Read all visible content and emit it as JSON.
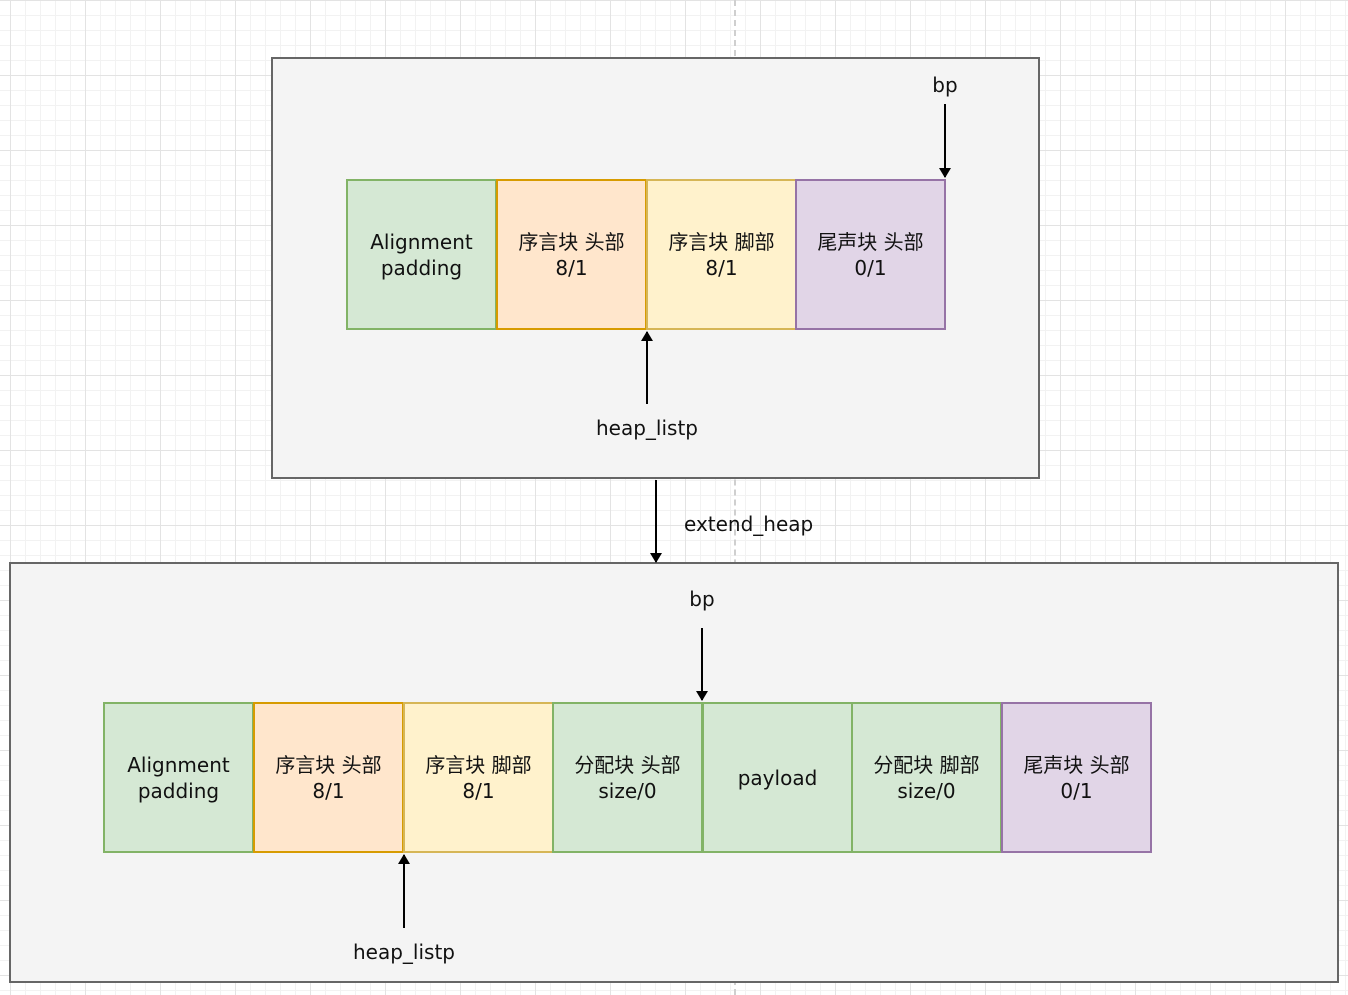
{
  "top_panel": {
    "cells": [
      {
        "text": "Alignment\npadding",
        "color": "green"
      },
      {
        "text": "序言块 头部\n8/1",
        "color": "orange"
      },
      {
        "text": "序言块 脚部\n8/1",
        "color": "yellow"
      },
      {
        "text": "尾声块 头部\n0/1",
        "color": "purple"
      }
    ],
    "bp_label": "bp",
    "heap_listp_label": "heap_listp"
  },
  "transition_label": "extend_heap",
  "bottom_panel": {
    "cells": [
      {
        "text": "Alignment\npadding",
        "color": "green"
      },
      {
        "text": "序言块 头部\n8/1",
        "color": "orange"
      },
      {
        "text": "序言块 脚部\n8/1",
        "color": "yellow"
      },
      {
        "text": "分配块 头部\nsize/0",
        "color": "green"
      },
      {
        "text": "payload",
        "color": "green"
      },
      {
        "text": "分配块 脚部\nsize/0",
        "color": "green"
      },
      {
        "text": "尾声块 头部\n0/1",
        "color": "purple"
      }
    ],
    "bp_label": "bp",
    "heap_listp_label": "heap_listp"
  },
  "colors": {
    "green_fill": "#d5e8d4",
    "green_border": "#82b366",
    "orange_fill": "#ffe6cc",
    "orange_border": "#d79b00",
    "yellow_fill": "#fff2cc",
    "yellow_border": "#d6b656",
    "purple_fill": "#e1d5e7",
    "purple_border": "#9673a6",
    "panel_fill": "#f4f4f4",
    "panel_border": "#666666"
  }
}
